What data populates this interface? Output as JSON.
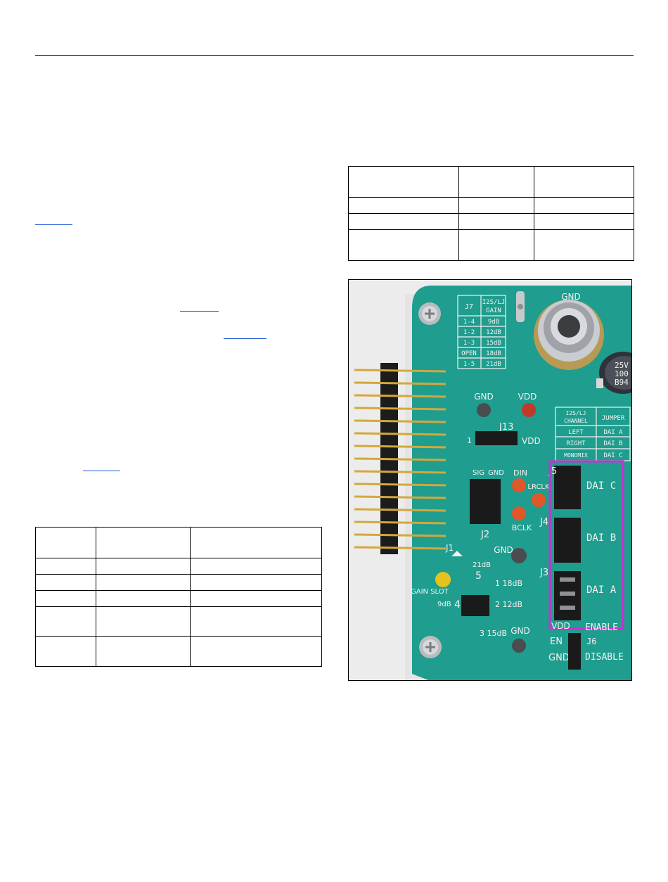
{
  "figure": {
    "gain_table": {
      "headers": [
        "J7",
        "I2S/LJ",
        "GAIN"
      ],
      "rows": [
        [
          "1-4",
          "9dB"
        ],
        [
          "1-2",
          "12dB"
        ],
        [
          "1-3",
          "15dB"
        ],
        [
          "OPEN",
          "18dB"
        ],
        [
          "1-5",
          "21dB"
        ]
      ]
    },
    "channel_table": {
      "headers": [
        "I2S/LJ",
        "CHANNEL",
        "JUMPER"
      ],
      "rows": [
        [
          "LEFT",
          "DAI A"
        ],
        [
          "RIGHT",
          "DAI B"
        ],
        [
          "MONOMIX",
          "DAI C"
        ]
      ]
    },
    "labels": {
      "gnd_top": "GND",
      "cap_25v": "25V",
      "cap_100": "100",
      "cap_b94": "B94",
      "gnd1": "GND",
      "vdd1": "VDD",
      "j13": "J13",
      "j13_pin1": "1",
      "vdd_j13": "VDD",
      "sig": "SIG",
      "gnd_sig": "GND",
      "din": "DIN",
      "lrclk": "LRCLK",
      "bclk": "BCLK",
      "j2": "J2",
      "j1": "J1",
      "j5": "J5",
      "j4": "J4",
      "j3": "J3",
      "dai_c": "DAI C",
      "dai_b": "DAI B",
      "dai_a": "DAI A",
      "gnd2": "GND",
      "gain_21": "21dB",
      "gain_5": "5",
      "gain_1_18": "1 18dB",
      "gain_slot": "GAIN SLOT",
      "gain_9": "9dB",
      "gain_4": "4",
      "gain_2_12": "2 12dB",
      "gain_3_15": "3 15dB",
      "gnd3": "GND",
      "vdd_en": "VDD",
      "enable": "ENABLE",
      "en": "EN",
      "gnd_en": "GND",
      "j6": "J6",
      "disable": "DISABLE"
    }
  },
  "colors": {
    "pcb": "#1f9d8e",
    "highlight": "#d42ad4",
    "link": "#1a56d6"
  }
}
